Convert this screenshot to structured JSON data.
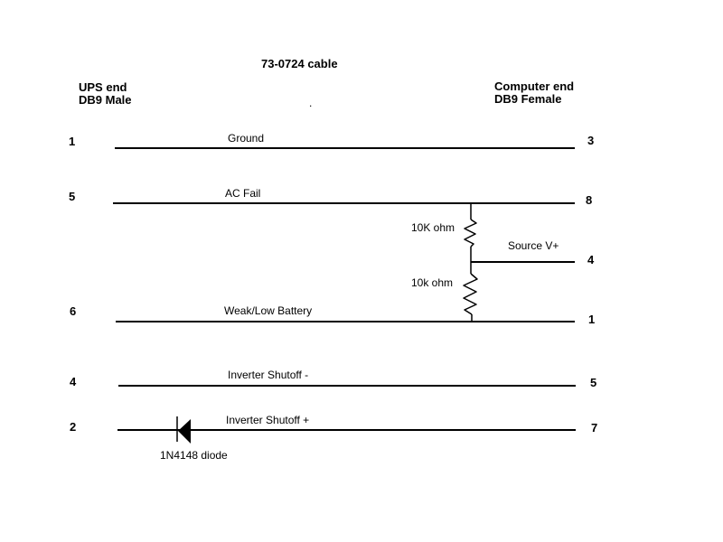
{
  "title": "73-0724 cable",
  "stray_period": ".",
  "ups_end": {
    "line1": "UPS end",
    "line2": "DB9 Male"
  },
  "computer_end": {
    "line1": "Computer end",
    "line2": "DB9 Female"
  },
  "wires": [
    {
      "label": "Ground",
      "left_pin": "1",
      "right_pin": "3"
    },
    {
      "label": "AC Fail",
      "left_pin": "5",
      "right_pin": "8"
    },
    {
      "label": "Source V+",
      "left_pin": "",
      "right_pin": "4"
    },
    {
      "label": "Weak/Low Battery",
      "left_pin": "6",
      "right_pin": "1"
    },
    {
      "label": "Inverter Shutoff -",
      "left_pin": "4",
      "right_pin": "5"
    },
    {
      "label": "Inverter Shutoff +",
      "left_pin": "2",
      "right_pin": "7"
    }
  ],
  "components": {
    "resistor_top": "10K ohm",
    "resistor_bottom": "10k ohm",
    "diode": "1N4148 diode"
  },
  "colors": {
    "background": "#ffffff",
    "stroke": "#000000",
    "text": "#000000"
  }
}
